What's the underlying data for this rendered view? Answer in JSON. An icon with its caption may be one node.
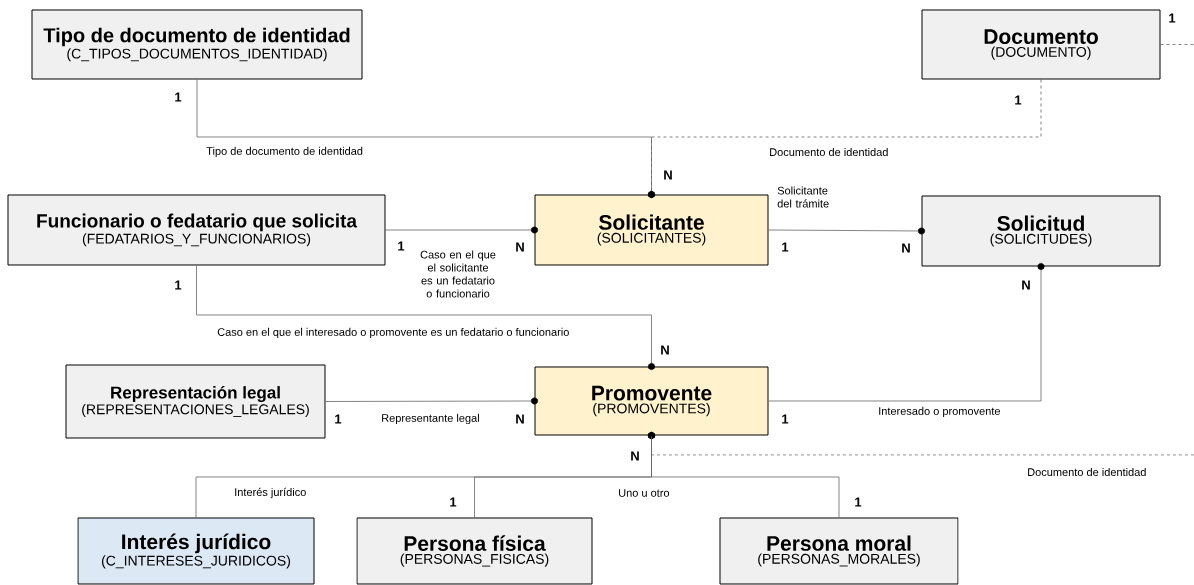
{
  "diagram": {
    "nodes": [
      {
        "text": [
          "Tipo de documento de identidad",
          "(C_TIPOS_DOCUMENTOS_IDENTIDAD)"
        ]
      },
      {
        "text": [
          "Documento",
          "(DOCUMENTO)"
        ]
      },
      {
        "text": [
          "Funcionario o fedatario que solicita",
          "(FEDATARIOS_Y_FUNCIONARIOS)"
        ]
      },
      {
        "text": [
          "Solicitante",
          "(SOLICITANTES)"
        ]
      },
      {
        "text": [
          "Solicitud",
          "(SOLICITUDES)"
        ]
      },
      {
        "text": [
          "Representación legal",
          "(REPRESENTACIONES_LEGALES)"
        ]
      },
      {
        "text": [
          "Promovente",
          "(PROMOVENTES)"
        ]
      },
      {
        "text": [
          "Interés jurídico",
          "(C_INTERESES_JURIDICOS)"
        ]
      },
      {
        "text": [
          "Persona física",
          "(PERSONAS_FISICAS)"
        ]
      },
      {
        "text": [
          "Persona moral",
          "(PERSONAS_MORALES)"
        ]
      }
    ],
    "edges": [
      {
        "from": 0,
        "to": 3,
        "arrow": "other",
        "label": "Tipo de documento de identidad"
      },
      {
        "from": 1,
        "to": 3,
        "arrow": "other",
        "label": "Documento de identidad",
        "style": "dashed"
      },
      {
        "from": 2,
        "to": 3,
        "arrow": "other",
        "label": "Caso en el que el solicitante es un fedatario o funcionario"
      },
      {
        "from": 3,
        "to": 4,
        "arrow": "other",
        "label": "Solicitante del trámite"
      },
      {
        "from": 2,
        "to": 6,
        "arrow": "other",
        "label": "Caso en el que el interesado o promovente es un fedatario o funcionario"
      },
      {
        "from": 5,
        "to": 6,
        "arrow": "other",
        "label": "Representante legal"
      },
      {
        "from": 6,
        "to": 4,
        "arrow": "other",
        "label": "Interesado o promovente"
      },
      {
        "from": 7,
        "to": 6,
        "arrow": "other",
        "label": "Interés jurídico"
      },
      {
        "from": 8,
        "to": 6,
        "arrow": "other",
        "label": "Uno u otro"
      },
      {
        "from": 9,
        "to": 6,
        "arrow": "other"
      },
      {
        "from": 1,
        "to": null,
        "arrow": "none",
        "style": "dashed"
      },
      {
        "from": null,
        "to": 6,
        "arrow": "none",
        "label": "Documento de identidad",
        "style": "dashed"
      }
    ],
    "labels": [
      "1",
      "1",
      "1",
      "N",
      "1",
      "N",
      "1",
      "N",
      "1",
      "N",
      "N",
      "1",
      "N",
      "1",
      "N",
      "1",
      "1"
    ]
  }
}
